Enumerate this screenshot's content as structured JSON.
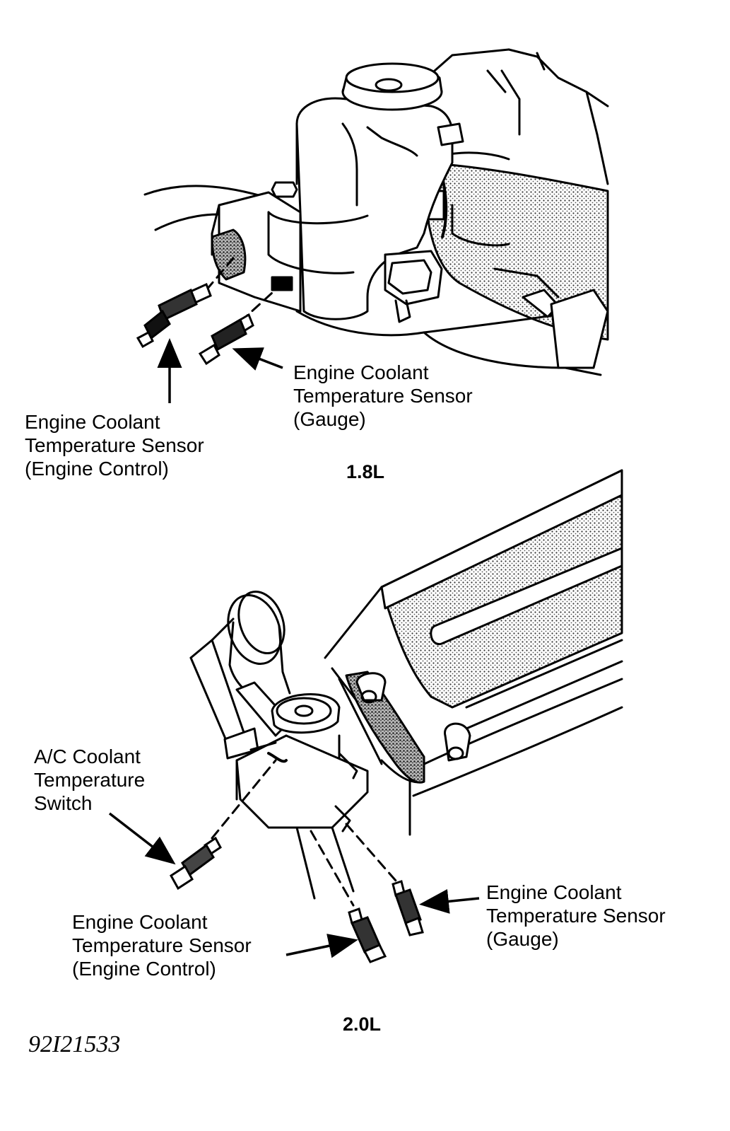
{
  "diagrams": [
    {
      "engine": "1.8L",
      "callouts": {
        "ect_gauge": [
          "Engine Coolant",
          "Temperature Sensor",
          "(Gauge)"
        ],
        "ect_engine_control": [
          "Engine Coolant",
          "Temperature Sensor",
          "(Engine Control)"
        ]
      }
    },
    {
      "engine": "2.0L",
      "callouts": {
        "ac_switch": [
          "A/C Coolant",
          "Temperature",
          "Switch"
        ],
        "ect_gauge": [
          "Engine Coolant",
          "Temperature Sensor",
          "(Gauge)"
        ],
        "ect_engine_control": [
          "Engine Coolant",
          "Temperature Sensor",
          "(Engine Control)"
        ]
      }
    }
  ],
  "figure_id": "92I21533",
  "colors": {
    "ink": "#000000",
    "paper": "#ffffff",
    "shade": "#8a8a8a"
  }
}
